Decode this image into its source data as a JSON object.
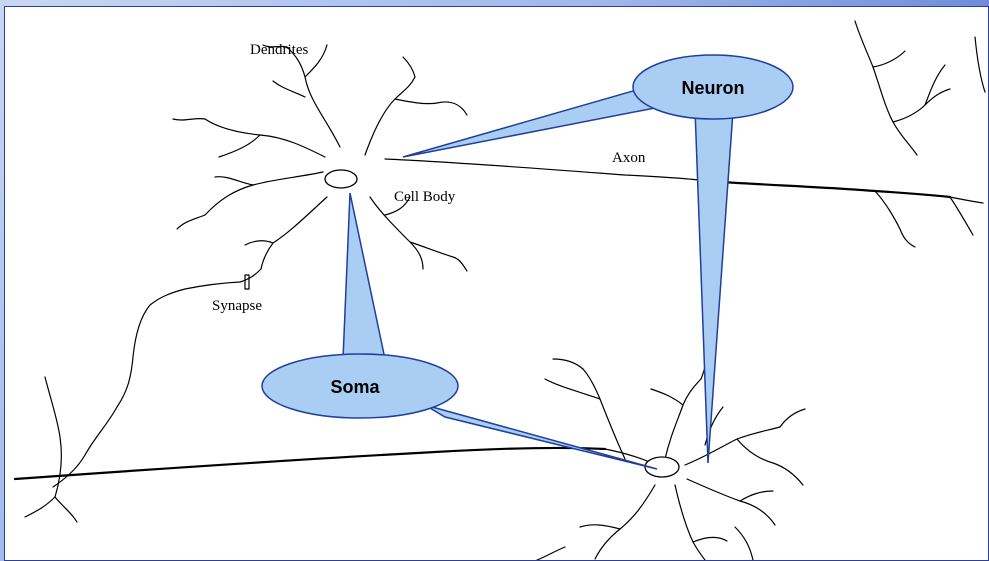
{
  "labels": {
    "dendrites": "Dendrites",
    "axon": "Axon",
    "cell_body": "Cell Body",
    "synapse": "Synapse"
  },
  "callouts": {
    "neuron": "Neuron",
    "soma": "Soma"
  },
  "colors": {
    "callout_fill": "#a9cdf3",
    "callout_stroke": "#1f3f9a",
    "line": "#000000",
    "frame": "#1a3ea8"
  }
}
